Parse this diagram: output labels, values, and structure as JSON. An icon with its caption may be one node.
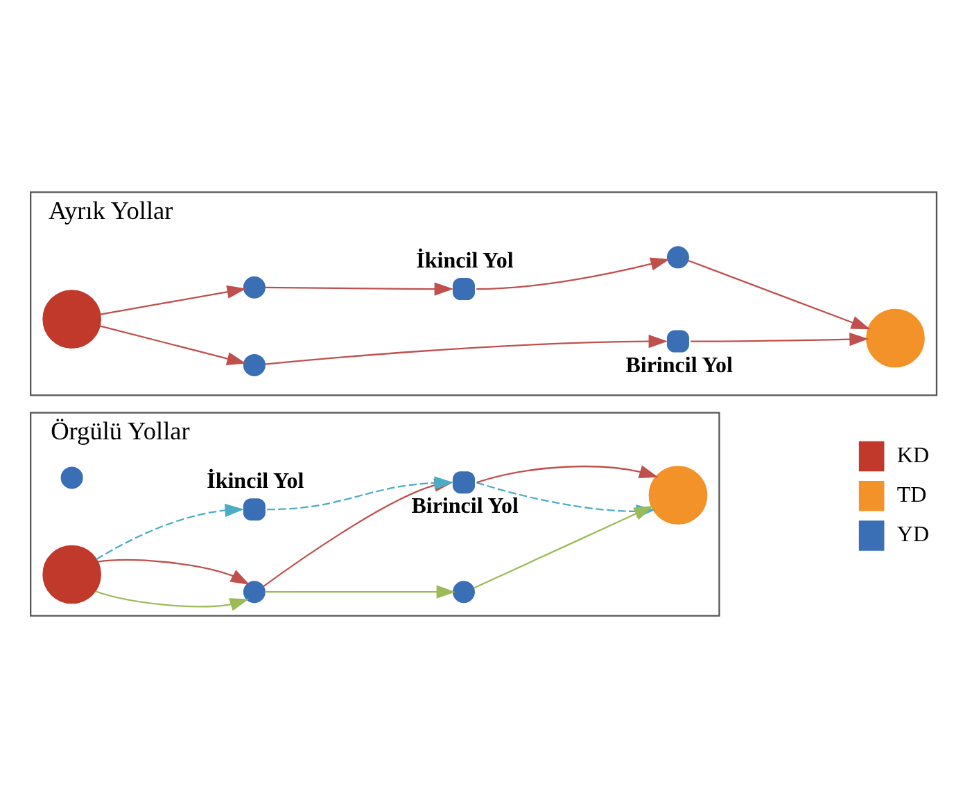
{
  "diagram": {
    "nodes": [
      {
        "text": [
          "Ayrık Yollar"
        ]
      },
      {
        "text": [],
        "shape": "circle",
        "in": 0
      },
      {
        "text": [],
        "shape": "circle",
        "in": 0
      },
      {
        "text": [],
        "shape": "circle",
        "in": 0,
        "beside": [
          "İkincil Yol"
        ]
      },
      {
        "text": [],
        "shape": "circle",
        "in": 0
      },
      {
        "text": [],
        "shape": "circle",
        "in": 0
      },
      {
        "text": [],
        "shape": "circle",
        "in": 0
      },
      {
        "text": [],
        "shape": "circle",
        "in": 0,
        "beside": [
          "Birincil Yol"
        ]
      },
      {
        "text": [
          "Örgülü Yollar"
        ]
      },
      {
        "text": [],
        "shape": "circle",
        "in": 8
      },
      {
        "text": [],
        "shape": "circle",
        "in": 8
      },
      {
        "text": [],
        "shape": "circle",
        "in": 8,
        "beside": [
          "İkincil Yol"
        ]
      },
      {
        "text": [],
        "shape": "circle",
        "in": 8
      },
      {
        "text": [],
        "shape": "circle",
        "in": 8
      },
      {
        "text": [],
        "shape": "circle",
        "in": 8,
        "beside": [
          "Birincil Yol"
        ]
      },
      {
        "text": [],
        "shape": "circle",
        "in": 8
      }
    ],
    "edges": [
      {
        "from": 1,
        "to": 2,
        "arrow": "to"
      },
      {
        "from": 2,
        "to": 3,
        "arrow": "to"
      },
      {
        "from": 3,
        "to": 4,
        "arrow": "to"
      },
      {
        "from": 4,
        "to": 5,
        "arrow": "to"
      },
      {
        "from": 1,
        "to": 6,
        "arrow": "to"
      },
      {
        "from": 6,
        "to": 7,
        "arrow": "to"
      },
      {
        "from": 7,
        "to": 5,
        "arrow": "to"
      },
      {
        "from": 9,
        "to": 11,
        "arrow": "to",
        "style": "dashed",
        "color": "#4bacc6"
      },
      {
        "from": 11,
        "to": 14,
        "arrow": "to",
        "style": "dashed",
        "color": "#4bacc6"
      },
      {
        "from": 14,
        "to": 15,
        "arrow": "to",
        "style": "dashed",
        "color": "#4bacc6"
      },
      {
        "from": 9,
        "to": 13,
        "arrow": "to",
        "color": "#9bbb59"
      },
      {
        "from": 13,
        "to": 12,
        "arrow": "to",
        "color": "#9bbb59"
      },
      {
        "from": 12,
        "to": 15,
        "arrow": "to",
        "color": "#9bbb59"
      },
      {
        "from": 9,
        "to": 13,
        "arrow": "to"
      },
      {
        "from": 13,
        "to": 14,
        "arrow": "to"
      },
      {
        "from": 14,
        "to": 15,
        "arrow": "to"
      }
    ],
    "legend": [
      {
        "text": "KD",
        "color": "#c0392b"
      },
      {
        "text": "TD",
        "color": "#f39228"
      },
      {
        "text": "YD",
        "color": "#3a6eb5"
      }
    ]
  }
}
